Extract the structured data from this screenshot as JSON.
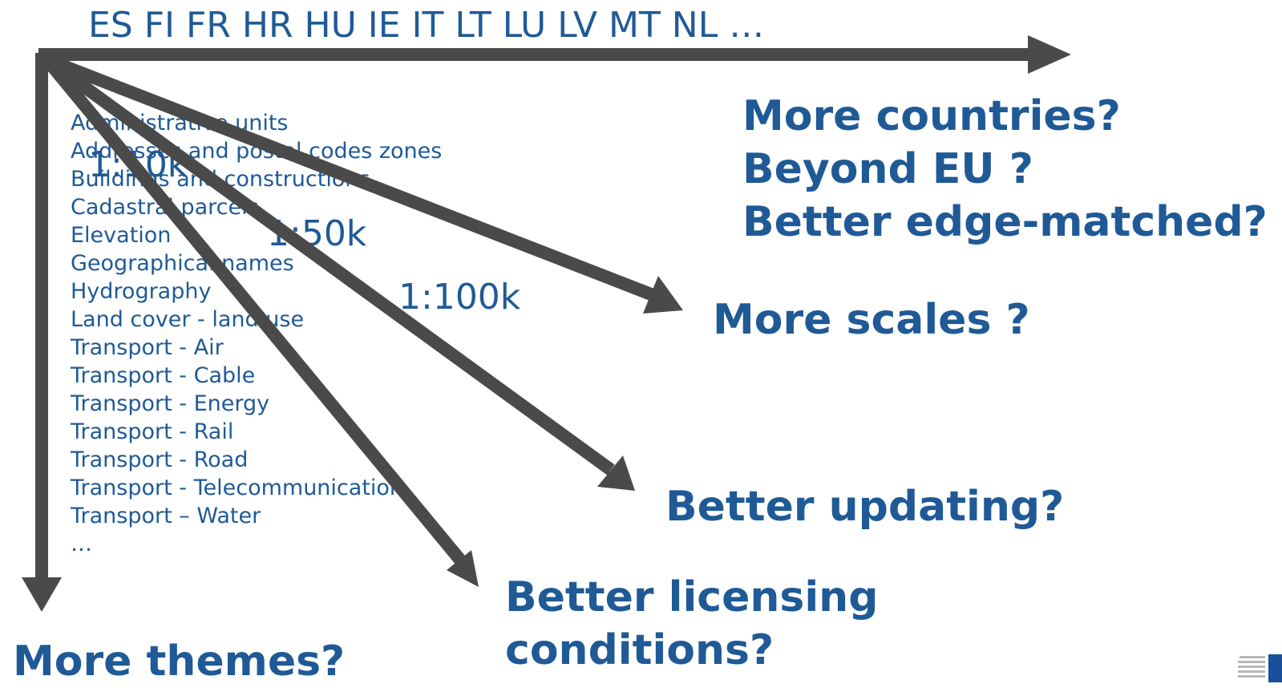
{
  "countries_axis": {
    "label": "ES FI FR HR HU IE IT LT LU LV MT NL …"
  },
  "themes": [
    "Administrative units",
    "Addresses and postal codes zones",
    "Buildings and constructions",
    "Cadastral parcels",
    "Elevation",
    "Geographical names",
    "Hydrography",
    "Land cover - land use",
    "Transport - Air",
    "Transport - Cable",
    "Transport - Energy",
    "Transport - Rail",
    "Transport - Road",
    "Transport - Telecommunication",
    "Transport – Water",
    "…"
  ],
  "scales": {
    "s10": "1:10k",
    "s50": "1:50k",
    "s100": "1:100k"
  },
  "questions": {
    "countries": [
      "More countries?",
      "Beyond EU ?",
      "Better edge-matched?"
    ],
    "scales": "More scales ?",
    "updating": "Better updating?",
    "licensing": [
      "Better licensing",
      "conditions?"
    ],
    "themes": "More themes?"
  },
  "colors": {
    "text": "#1f5a96",
    "arrow": "#4a4a4a",
    "logo_blue": "#1a4f9c",
    "logo_grey": "#b8b8b8"
  },
  "icons": {
    "logo": "logo-icon"
  }
}
